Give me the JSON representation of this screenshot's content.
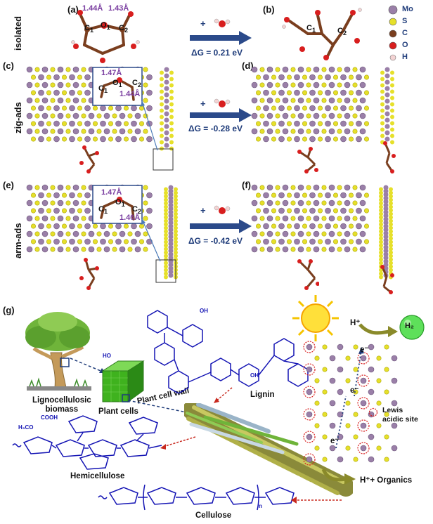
{
  "panels": {
    "a": "(a)",
    "b": "(b)",
    "c": "(c)",
    "d": "(d)",
    "e": "(e)",
    "f": "(f)",
    "g": "(g)"
  },
  "rows": {
    "isolated": "isolated",
    "zig": "zig-ads",
    "arm": "arm-ads"
  },
  "reactions": [
    {
      "plus": "+",
      "dg": "ΔG = 0.21 eV"
    },
    {
      "plus": "+",
      "dg": "ΔG = -0.28 eV"
    },
    {
      "plus": "+",
      "dg": "ΔG = -0.42 eV"
    }
  ],
  "bonds": {
    "a_left": "1.44Å",
    "a_right": "1.43Å",
    "c_top": "1.47Å",
    "c_bottom": "1.44Å",
    "e_top": "1.47Å",
    "e_bottom": "1.46Å"
  },
  "atom_labels": {
    "c1": "C",
    "c2": "C",
    "o1": "O",
    "sub1": "1",
    "sub2": "2"
  },
  "legend": [
    {
      "symbol": "Mo",
      "color": "#9a7fa8"
    },
    {
      "symbol": "S",
      "color": "#e6e02a"
    },
    {
      "symbol": "C",
      "color": "#7a3e1e"
    },
    {
      "symbol": "O",
      "color": "#d81e1e"
    },
    {
      "symbol": "H",
      "color": "#f3d3d3"
    }
  ],
  "colors": {
    "mo": "#9a7fa8",
    "s": "#e6e02a",
    "arrow": "#2b4a8a",
    "lignin": "#1414b4",
    "green": "#6fb43a"
  },
  "g": {
    "biomass": [
      "Lignocellulosic",
      "biomass"
    ],
    "plant_cells": "Plant cells",
    "plant_cell_wall": "Plant cell wall",
    "lignin": "Lignin",
    "hemicellulose": "Hemicellulose",
    "cellulose": "Cellulose",
    "lignocellulose": "Lignocellulose",
    "h_plus": "H⁺",
    "h2": "H₂",
    "electron": "e⁻",
    "lewis": [
      "Lewis",
      "acidic site"
    ],
    "products": "H⁺+ Organics",
    "oh": "OH",
    "ho": "HO",
    "cooh": "COOH",
    "h3co": "H₃CO",
    "n": "n"
  }
}
